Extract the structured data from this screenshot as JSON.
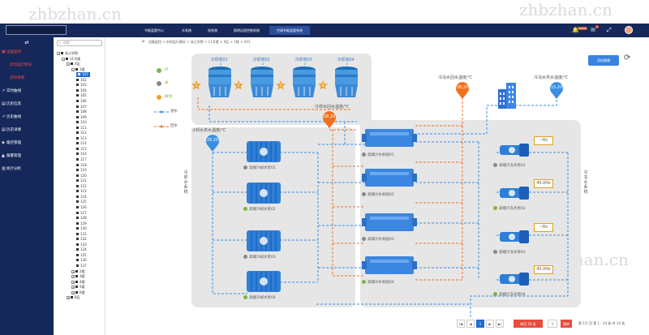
{
  "watermarks": [
    "zhbzhan.cn",
    "zhbzhan.cn",
    "zhbzhan.cn"
  ],
  "topbar": {
    "nav": [
      {
        "label": "节能监管中心",
        "active": false
      },
      {
        "label": "水系统",
        "active": false
      },
      {
        "label": "电系统",
        "active": false
      },
      {
        "label": "照明远程控制系统",
        "active": false
      },
      {
        "label": "空调节能监管系统",
        "active": true
      }
    ],
    "alert_badge": "10099",
    "mail_badge": "1"
  },
  "sidebar": {
    "toggle": "⇄",
    "menu": [
      {
        "label": "设备监控",
        "icon": "monitor-icon",
        "highlight": true
      },
      {
        "label": "实时运行情况",
        "icon": "",
        "highlight": true
      },
      {
        "label": "实时详情",
        "icon": "",
        "highlight": true
      },
      {
        "label": "实时曲线",
        "icon": "curve-icon",
        "highlight": false
      },
      {
        "label": "历史信息",
        "icon": "history-icon",
        "highlight": false
      },
      {
        "label": "历史曲线",
        "icon": "history-curve-icon",
        "highlight": false
      },
      {
        "label": "历史详情",
        "icon": "detail-icon",
        "highlight": false
      },
      {
        "label": "集控管理",
        "icon": "control-icon",
        "highlight": false
      },
      {
        "label": "报警管理",
        "icon": "alarm-icon",
        "highlight": false
      },
      {
        "label": "统计分析",
        "icon": "stats-icon",
        "highlight": false
      }
    ]
  },
  "tree": {
    "search_placeholder": "搜索",
    "rows": [
      {
        "label": "浙江学院",
        "level": 0
      },
      {
        "label": "11号楼",
        "level": 1
      },
      {
        "label": "X区",
        "level": 2
      },
      {
        "label": "1楼",
        "level": 3
      },
      {
        "label": "101",
        "level": 4,
        "selected": true
      },
      {
        "label": "102",
        "level": 4
      },
      {
        "label": "103",
        "level": 4
      },
      {
        "label": "104",
        "level": 4
      },
      {
        "label": "105",
        "level": 4
      },
      {
        "label": "106",
        "level": 4
      },
      {
        "label": "107",
        "level": 4
      },
      {
        "label": "108",
        "level": 4
      },
      {
        "label": "109",
        "level": 4
      },
      {
        "label": "110",
        "level": 4
      },
      {
        "label": "111",
        "level": 4
      },
      {
        "label": "112",
        "level": 4
      },
      {
        "label": "113",
        "level": 4
      },
      {
        "label": "114",
        "level": 4
      },
      {
        "label": "115",
        "level": 4
      },
      {
        "label": "116",
        "level": 4
      },
      {
        "label": "117",
        "level": 4
      },
      {
        "label": "118",
        "level": 4
      },
      {
        "label": "119",
        "level": 4
      },
      {
        "label": "120",
        "level": 4
      },
      {
        "label": "121",
        "level": 4
      },
      {
        "label": "122",
        "level": 4
      },
      {
        "label": "123",
        "level": 4
      },
      {
        "label": "124",
        "level": 4
      },
      {
        "label": "125",
        "level": 4
      },
      {
        "label": "126",
        "level": 4
      },
      {
        "label": "127",
        "level": 4
      },
      {
        "label": "128",
        "level": 4
      },
      {
        "label": "129",
        "level": 4
      },
      {
        "label": "130",
        "level": 4
      },
      {
        "label": "131",
        "level": 4
      },
      {
        "label": "132",
        "level": 4
      },
      {
        "label": "133",
        "level": 4
      },
      {
        "label": "134",
        "level": 4
      },
      {
        "label": "135",
        "level": 4
      },
      {
        "label": "136",
        "level": 4
      },
      {
        "label": "137",
        "level": 4
      },
      {
        "label": "2楼",
        "level": 3,
        "collapsed": true
      },
      {
        "label": "3楼",
        "level": 3,
        "collapsed": true
      },
      {
        "label": "4楼",
        "level": 3,
        "collapsed": true
      },
      {
        "label": "5楼",
        "level": 3,
        "collapsed": true
      },
      {
        "label": "6楼",
        "level": 3,
        "collapsed": true
      },
      {
        "label": "B区",
        "level": 2,
        "collapsed": true
      }
    ]
  },
  "breadcrumb": "设备监控 > 实时运行情况 > 浙江学院 > 11号楼 > X区 > 1楼 > 101",
  "fault_button": "风机故障",
  "legend": [
    {
      "label": "开",
      "color": "#7ab648"
    },
    {
      "label": "关",
      "color": "#888888"
    },
    {
      "label": "离线",
      "color": "#f0a030"
    },
    {
      "label": "进水",
      "color": "#3a8ee0"
    },
    {
      "label": "回水",
      "color": "#f07020"
    }
  ],
  "towers": [
    {
      "label": "冷却塔01",
      "star": "1"
    },
    {
      "label": "冷却塔02",
      "star": "2"
    },
    {
      "label": "冷却塔03",
      "star": "3"
    },
    {
      "label": "冷却塔04",
      "star": "4"
    }
  ],
  "temps": {
    "cooling_return_label": "冷却水回水温度/℃",
    "cooling_return_value": "28.20",
    "cooling_supply_label": "冷却水供水温度/℃",
    "cooling_supply_value": "28.20",
    "chilled_return_label": "冷冻水回水温度/℃",
    "chilled_return_value": "28.20",
    "chilled_supply_label": "冷冻水供水温度/℃",
    "chilled_supply_value": "15.20"
  },
  "vertical_labels": {
    "left": "冷却水系统",
    "right": "冷冻水系统"
  },
  "cooling_pumps": [
    {
      "label": "高端冷却水泵01",
      "status": "#888888"
    },
    {
      "label": "高端冷却水泵02",
      "status": "#7ab648"
    },
    {
      "label": "高端冷却水泵03",
      "status": "#888888"
    },
    {
      "label": "高端冷却水泵04",
      "status": "#7ab648"
    }
  ],
  "chillers": [
    {
      "label": "高端冷水机组01",
      "status": "#888888"
    },
    {
      "label": "高端冷水机组02",
      "status": "#888888"
    },
    {
      "label": "高端冷水机组03",
      "status": "#888888"
    },
    {
      "label": "高端冷水机组04",
      "status": "#7ab648"
    }
  ],
  "chilled_pumps": [
    {
      "label": "高端冷冻水泵01",
      "status": "#888888",
      "hz": "--Hz"
    },
    {
      "label": "高端冷冻水泵02",
      "status": "#7ab648",
      "hz": "45.0Hz"
    },
    {
      "label": "高端冷冻水泵03",
      "status": "#888888",
      "hz": "--Hz"
    },
    {
      "label": "高端冷冻水泵04",
      "status": "#7ab648",
      "hz": "45.0Hz"
    }
  ],
  "pager": {
    "first": "|◀",
    "prev": "◀",
    "current": "1",
    "next": "▶",
    "last": "▶|",
    "page_size": "每页 20 条",
    "goto_value": "1",
    "goto_btn": "跳转",
    "summary": "第 1/1 页  第 1 - 24 条  共 24 条"
  }
}
